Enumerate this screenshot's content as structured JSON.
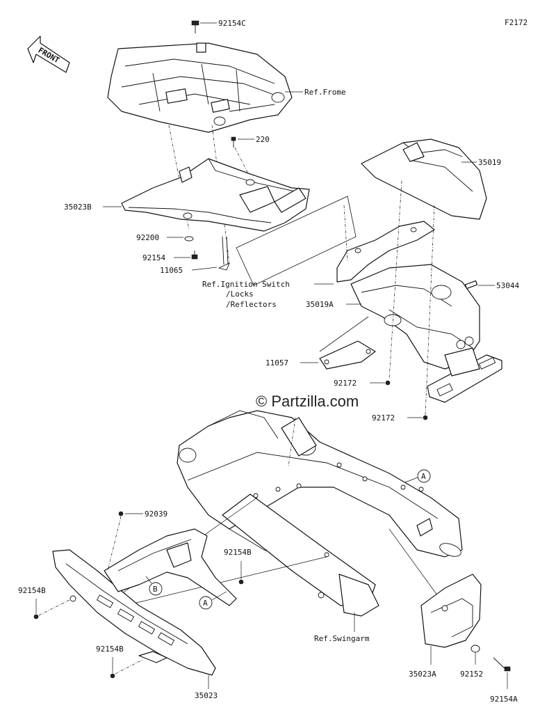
{
  "figure_code": "F2172",
  "watermark": "© Partzilla.com",
  "front_label": "FRONT",
  "callouts": {
    "a": "A",
    "b": "B"
  },
  "labels": {
    "p92154C": "92154C",
    "ref_frame": "Ref.Frome",
    "p220": "220",
    "p35019": "35019",
    "p35023B": "35023B",
    "p92200": "92200",
    "p92154": "92154",
    "p11065": "11065",
    "ref_ignition_1": "Ref.Ignition Switch",
    "ref_ignition_2": "/Locks",
    "ref_ignition_3": "/Reflectors",
    "p53044": "53044",
    "p35019A": "35019A",
    "p11057": "11057",
    "p92172_a": "92172",
    "p92172_b": "92172",
    "p92039": "92039",
    "p92154B_a": "92154B",
    "p92154B_b": "92154B",
    "p92154B_c": "92154B",
    "ref_swingarm": "Ref.Swingarm",
    "p35023A": "35023A",
    "p92152": "92152",
    "p92154A": "92154A",
    "p35023": "35023"
  }
}
